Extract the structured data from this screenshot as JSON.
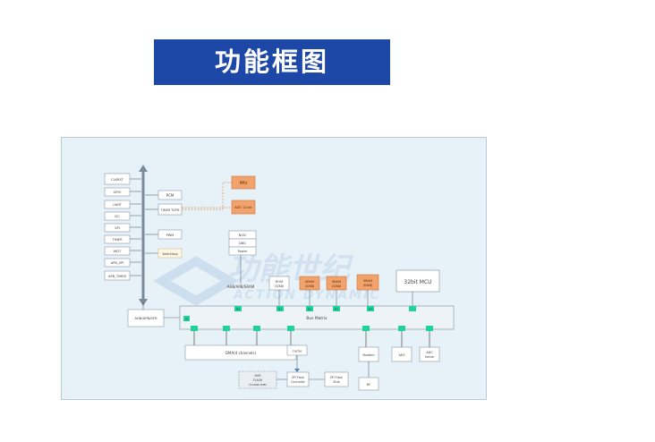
{
  "header": {
    "title": "功能框图"
  },
  "colors": {
    "banner": "#1e48a8",
    "canvas": "#e7f1f8",
    "orange": "#f2a36b",
    "green": "#20d39b",
    "box": "#ffffff",
    "line": "#5a6f80"
  },
  "diagram": {
    "bus_matrix": "Bus Matrix",
    "dma": "DMA(4 channels)",
    "sfr": "AHB/APB/SFR",
    "pcm": "PCM",
    "timer": "TIMER TCPM",
    "pwm": "PWM",
    "watchdog": "Watchdog",
    "pmu": "PMU",
    "adc": "ADC 12-bit",
    "peri_stack": [
      "NVIC",
      "DBG",
      "Power"
    ],
    "ahb_bridge": "AHB/APB/SRAM",
    "memories": [
      {
        "label": "ROM",
        "sub": "(32KB)"
      },
      {
        "label": "SRAM",
        "sub": "(32KB)"
      },
      {
        "label": "SRAM",
        "sub": "(32KB)"
      },
      {
        "label": "SRAM",
        "sub": "(64KB)"
      }
    ],
    "mcu": "32bit MCU",
    "left_peripherals": [
      "CLKRST",
      "GPIO",
      "UART",
      "I2C",
      "SPI",
      "TIMER",
      "WDT",
      "APB_SPI",
      "APB_TIMER"
    ],
    "cache": "cache",
    "flash": {
      "line1": "NOR",
      "line2": "FLASH",
      "line3": "(512KB/1MB)"
    },
    "spi_flash_ctrl": {
      "line1": "SPI Flash",
      "line2": "Controller"
    },
    "spi_flash_stub": {
      "line1": "SPI Flash",
      "line2": "Stub"
    },
    "modem": "Modem",
    "aes": "AES",
    "adc_sense": {
      "line1": "ADC",
      "line2": "Sense"
    },
    "rf": "RF",
    "bridge_tags": [
      "S0",
      "M0",
      "M1",
      "M2",
      "M3",
      "M4"
    ],
    "watermark": {
      "cn": "功能世纪",
      "en": "ACTION DYNAMIC"
    }
  }
}
